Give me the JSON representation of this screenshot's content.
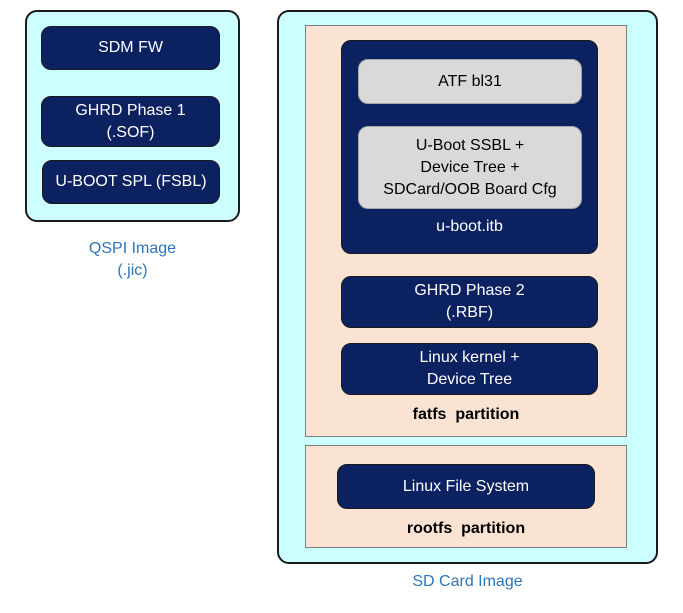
{
  "qspi": {
    "boxes": {
      "sdm_fw": "SDM FW",
      "ghrd_phase1": [
        "GHRD Phase 1",
        "(.SOF)"
      ],
      "uboot_spl": "U-BOOT SPL (FSBL)"
    },
    "caption": [
      "QSPI Image",
      "(.jic)"
    ]
  },
  "sdcard": {
    "fatfs": {
      "uboot_itb": {
        "atf": "ATF bl31",
        "ssbl": [
          "U-Boot SSBL +",
          "Device Tree +",
          "SDCard/OOB Board Cfg"
        ],
        "label": "u-boot.itb"
      },
      "ghrd_phase2": [
        "GHRD Phase 2",
        "(.RBF)"
      ],
      "linux_kernel": [
        "Linux kernel +",
        "Device Tree"
      ],
      "label": "fatfs  partition"
    },
    "rootfs": {
      "linux_fs": "Linux File System",
      "label": "rootfs  partition"
    },
    "caption": "SD Card Image"
  },
  "colors": {
    "navy": "#0b2160",
    "cyan": "#ccffff",
    "peach": "#fbe3d4",
    "gray": "#d9d9d9",
    "caption_blue": "#2e75b6"
  }
}
